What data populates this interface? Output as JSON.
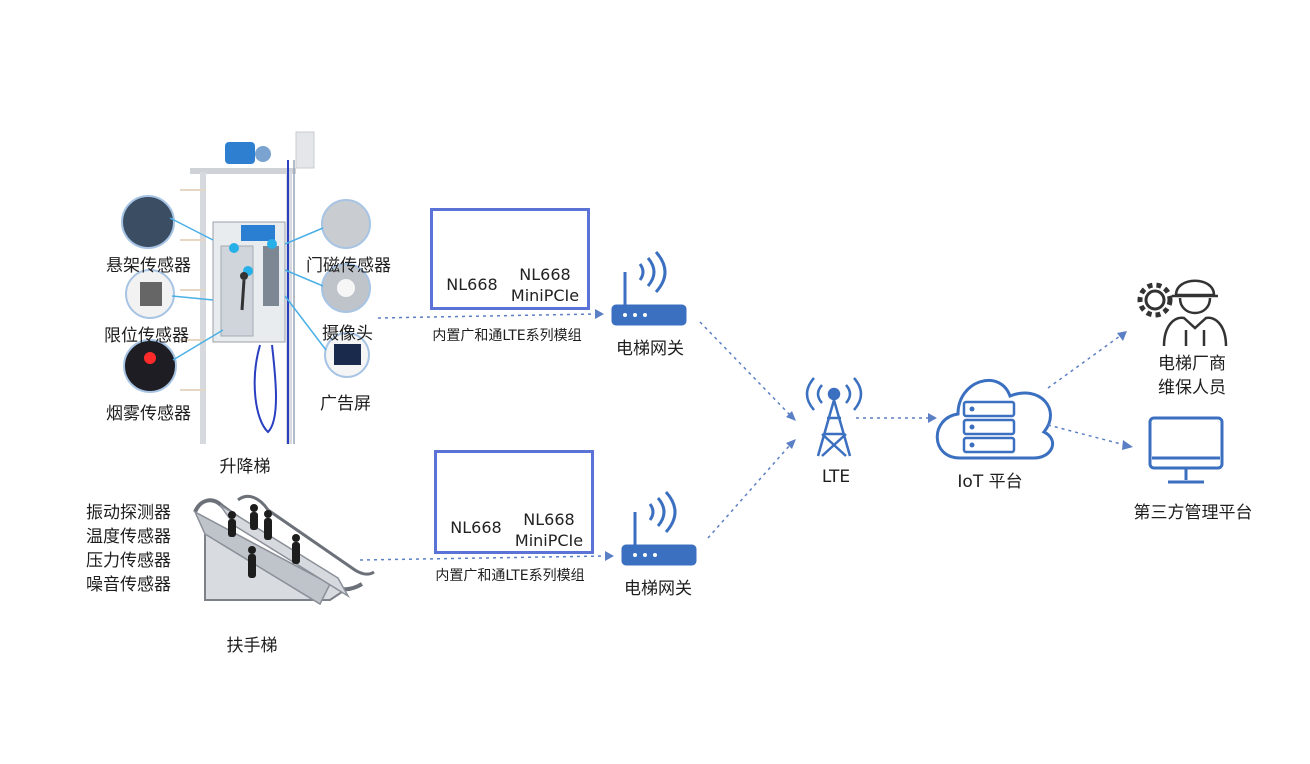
{
  "elevator": {
    "caption": "升降梯",
    "sensors": [
      "悬架传感器",
      "限位传感器",
      "烟雾传感器",
      "门磁传感器",
      "摄像头",
      "广告屏"
    ]
  },
  "escalator": {
    "caption": "扶手梯",
    "sensors": [
      "振动探测器",
      "温度传感器",
      "压力传感器",
      "噪音传感器"
    ]
  },
  "modules": [
    {
      "chip": "NL668",
      "card_line1": "NL668",
      "card_line2": "MiniPCIe",
      "caption": "内置广和通LTE系列模组"
    },
    {
      "chip": "NL668",
      "card_line1": "NL668",
      "card_line2": "MiniPCIe",
      "caption": "内置广和通LTE系列模组"
    }
  ],
  "gateways": [
    "电梯网关",
    "电梯网关"
  ],
  "network": {
    "lte": "LTE",
    "platform": "IoT 平台"
  },
  "endpoints": {
    "maintenance_line1": "电梯厂商",
    "maintenance_line2": "维保人员",
    "third_party": "第三方管理平台"
  },
  "colors": {
    "accent": "#4a78c0",
    "box_border": "#5b72d6",
    "icon": "#3b6fc0"
  }
}
